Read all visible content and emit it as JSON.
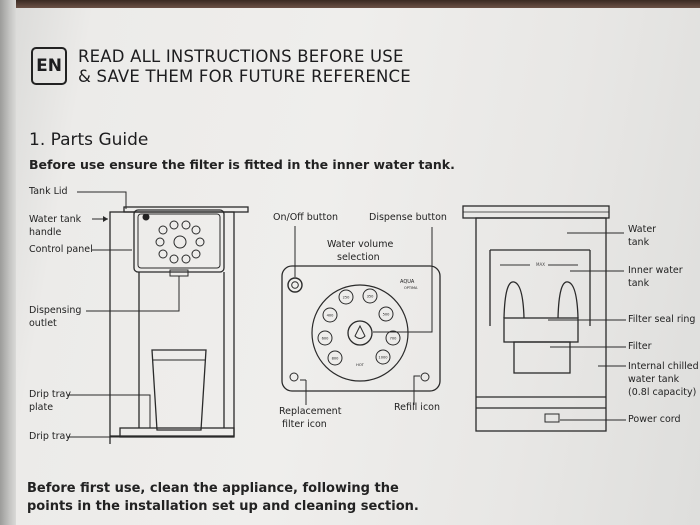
{
  "header": {
    "language_badge": "EN",
    "line1": "READ ALL INSTRUCTIONS BEFORE USE",
    "line2": "& SAVE THEM FOR FUTURE REFERENCE"
  },
  "section": {
    "title": "1. Parts Guide",
    "intro": "Before use ensure the filter is fitted in the inner water tank.",
    "outro_line1": "Before first use, clean the appliance, following the",
    "outro_line2": "points in the installation set up and cleaning section."
  },
  "front_view_labels": {
    "tank_lid": "Tank Lid",
    "water_tank_handle_1": "Water tank",
    "water_tank_handle_2": "handle",
    "control_panel": "Control panel",
    "dispensing_outlet_1": "Dispensing",
    "dispensing_outlet_2": "outlet",
    "drip_tray_plate_1": "Drip tray",
    "drip_tray_plate_2": "plate",
    "drip_tray": "Drip tray"
  },
  "panel_view_labels": {
    "on_off_button": "On/Off button",
    "dispense_button": "Dispense button",
    "water_volume_1": "Water volume",
    "water_volume_2": "selection",
    "replacement_filter_1": "Replacement",
    "replacement_filter_2": "filter icon",
    "refill_icon": "Refill icon",
    "brand_line1": "AQUA",
    "brand_line2": "OPTIMA",
    "volume_buttons": [
      "250",
      "350",
      "400",
      "500",
      "600",
      "700",
      "800",
      "1000",
      "HOT"
    ]
  },
  "side_view_labels": {
    "water_tank_1": "Water",
    "water_tank_2": "tank",
    "inner_water_tank_1": "Inner water",
    "inner_water_tank_2": "tank",
    "filter_seal_ring": "Filter seal ring",
    "filter": "Filter",
    "internal_chilled_1": "Internal chilled",
    "internal_chilled_2": "water tank",
    "internal_chilled_3": "(0.8l capacity)",
    "power_cord": "Power cord",
    "max_mark": "MAX"
  }
}
